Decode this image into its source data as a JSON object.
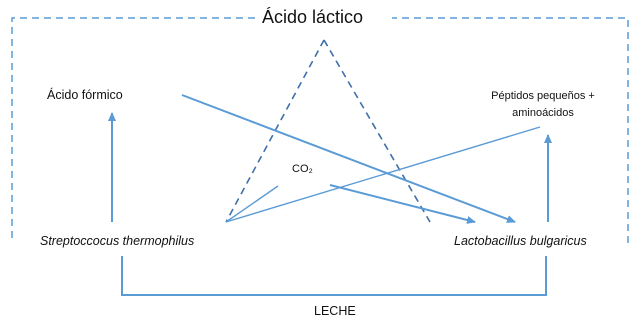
{
  "title": "Ácido láctico",
  "nodes": {
    "formic": "Ácido fórmico",
    "peptides_line1": "Péptidos pequeños +",
    "peptides_line2": "aminoácidos",
    "co2": "CO₂",
    "strepto": "Streptoccocus thermophilus",
    "lacto": "Lactobacillus bulgaricus"
  },
  "bottom_label": "LECHE",
  "colors": {
    "line": "#5b9bd5",
    "dashed": "#3f6fa8",
    "text": "#111111"
  }
}
